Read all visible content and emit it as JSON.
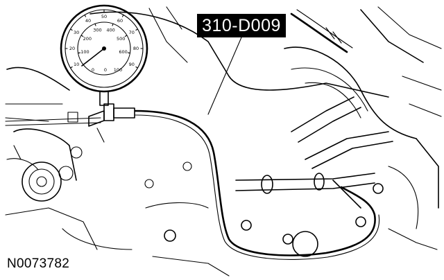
{
  "diagram": {
    "tool_callout": "310-D009",
    "figure_id": "N0073782",
    "gauge": {
      "outer_scale": [
        "10",
        "20",
        "30",
        "40",
        "50",
        "60",
        "70",
        "80",
        "90"
      ],
      "inner_scale": [
        "100",
        "200",
        "300",
        "400",
        "500",
        "600"
      ],
      "bottom_scale": [
        "0",
        "0",
        "100"
      ]
    }
  }
}
